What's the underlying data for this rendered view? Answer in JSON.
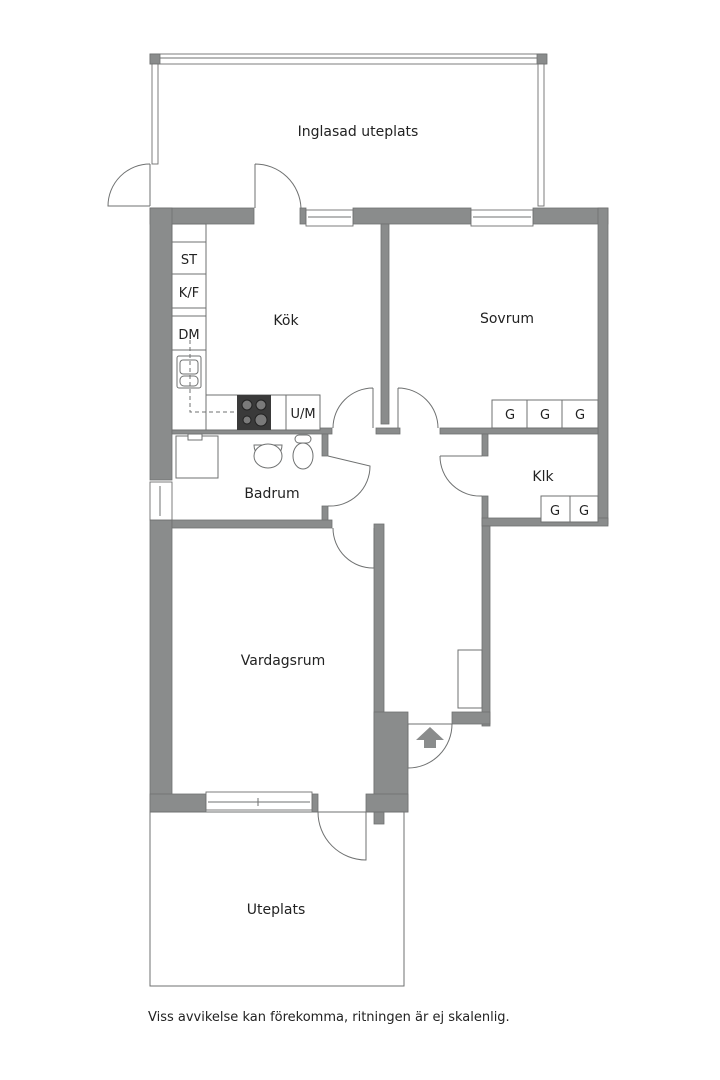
{
  "rooms": {
    "inglasad_uteplats": "Inglasad uteplats",
    "kok": "Kök",
    "sovrum": "Sovrum",
    "klk": "Klk",
    "badrum": "Badrum",
    "vardagsrum": "Vardagsrum",
    "uteplats": "Uteplats"
  },
  "kitchen_fixtures": {
    "st": "ST",
    "kf": "K/F",
    "dm": "DM",
    "um": "U/M"
  },
  "wardrobes": {
    "sovrum": [
      "G",
      "G",
      "G"
    ],
    "klk": [
      "G",
      "G"
    ]
  },
  "footer_note": "Viss avvikelse kan förekomma, ritningen är ej skalenlig.",
  "colors": {
    "wall": "#8a8c8c",
    "line": "#6f7171",
    "background": "#ffffff"
  }
}
